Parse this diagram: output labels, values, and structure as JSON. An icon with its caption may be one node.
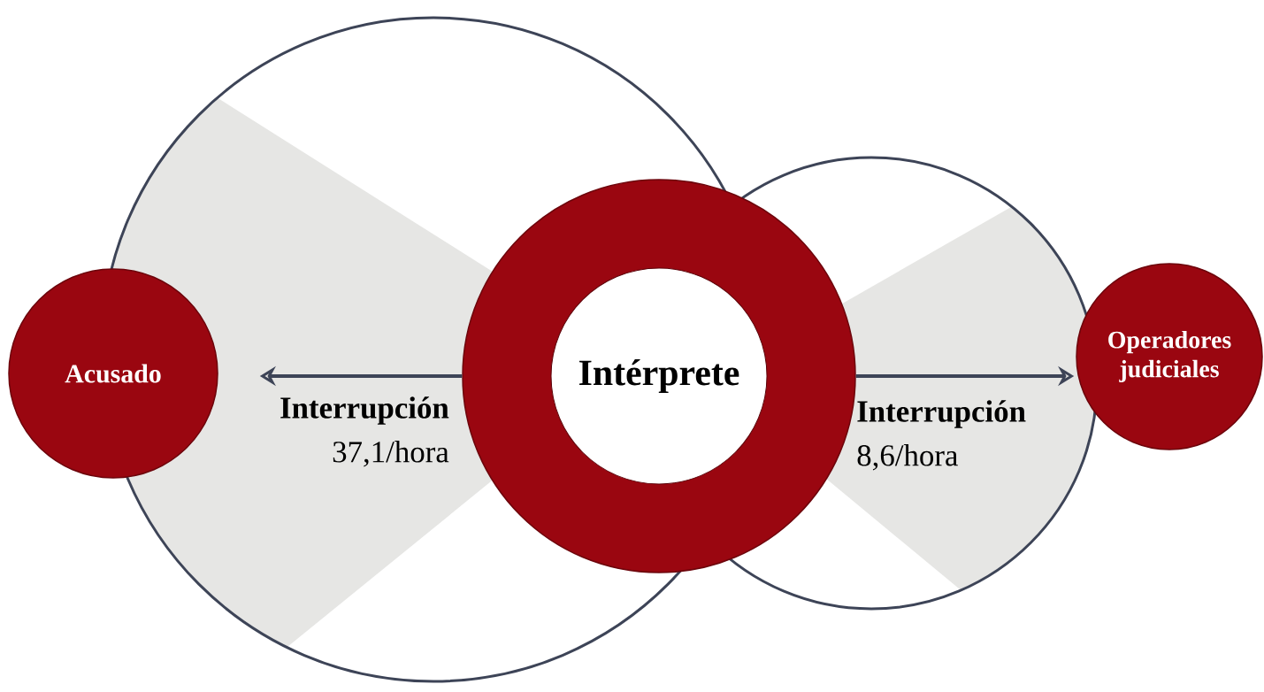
{
  "diagram": {
    "nodes": [
      {
        "text": [
          "Acusado"
        ]
      },
      {
        "text": [
          "Intérprete"
        ]
      },
      {
        "text": [
          "Operadores judiciales"
        ]
      }
    ],
    "edges": [
      {
        "from": 1,
        "to": 0,
        "arrow": "to",
        "label": "**Interrupción** 37,1/hora"
      },
      {
        "from": 1,
        "to": 2,
        "arrow": "to",
        "label": "**Interrupción** 8,6/hora"
      }
    ]
  }
}
